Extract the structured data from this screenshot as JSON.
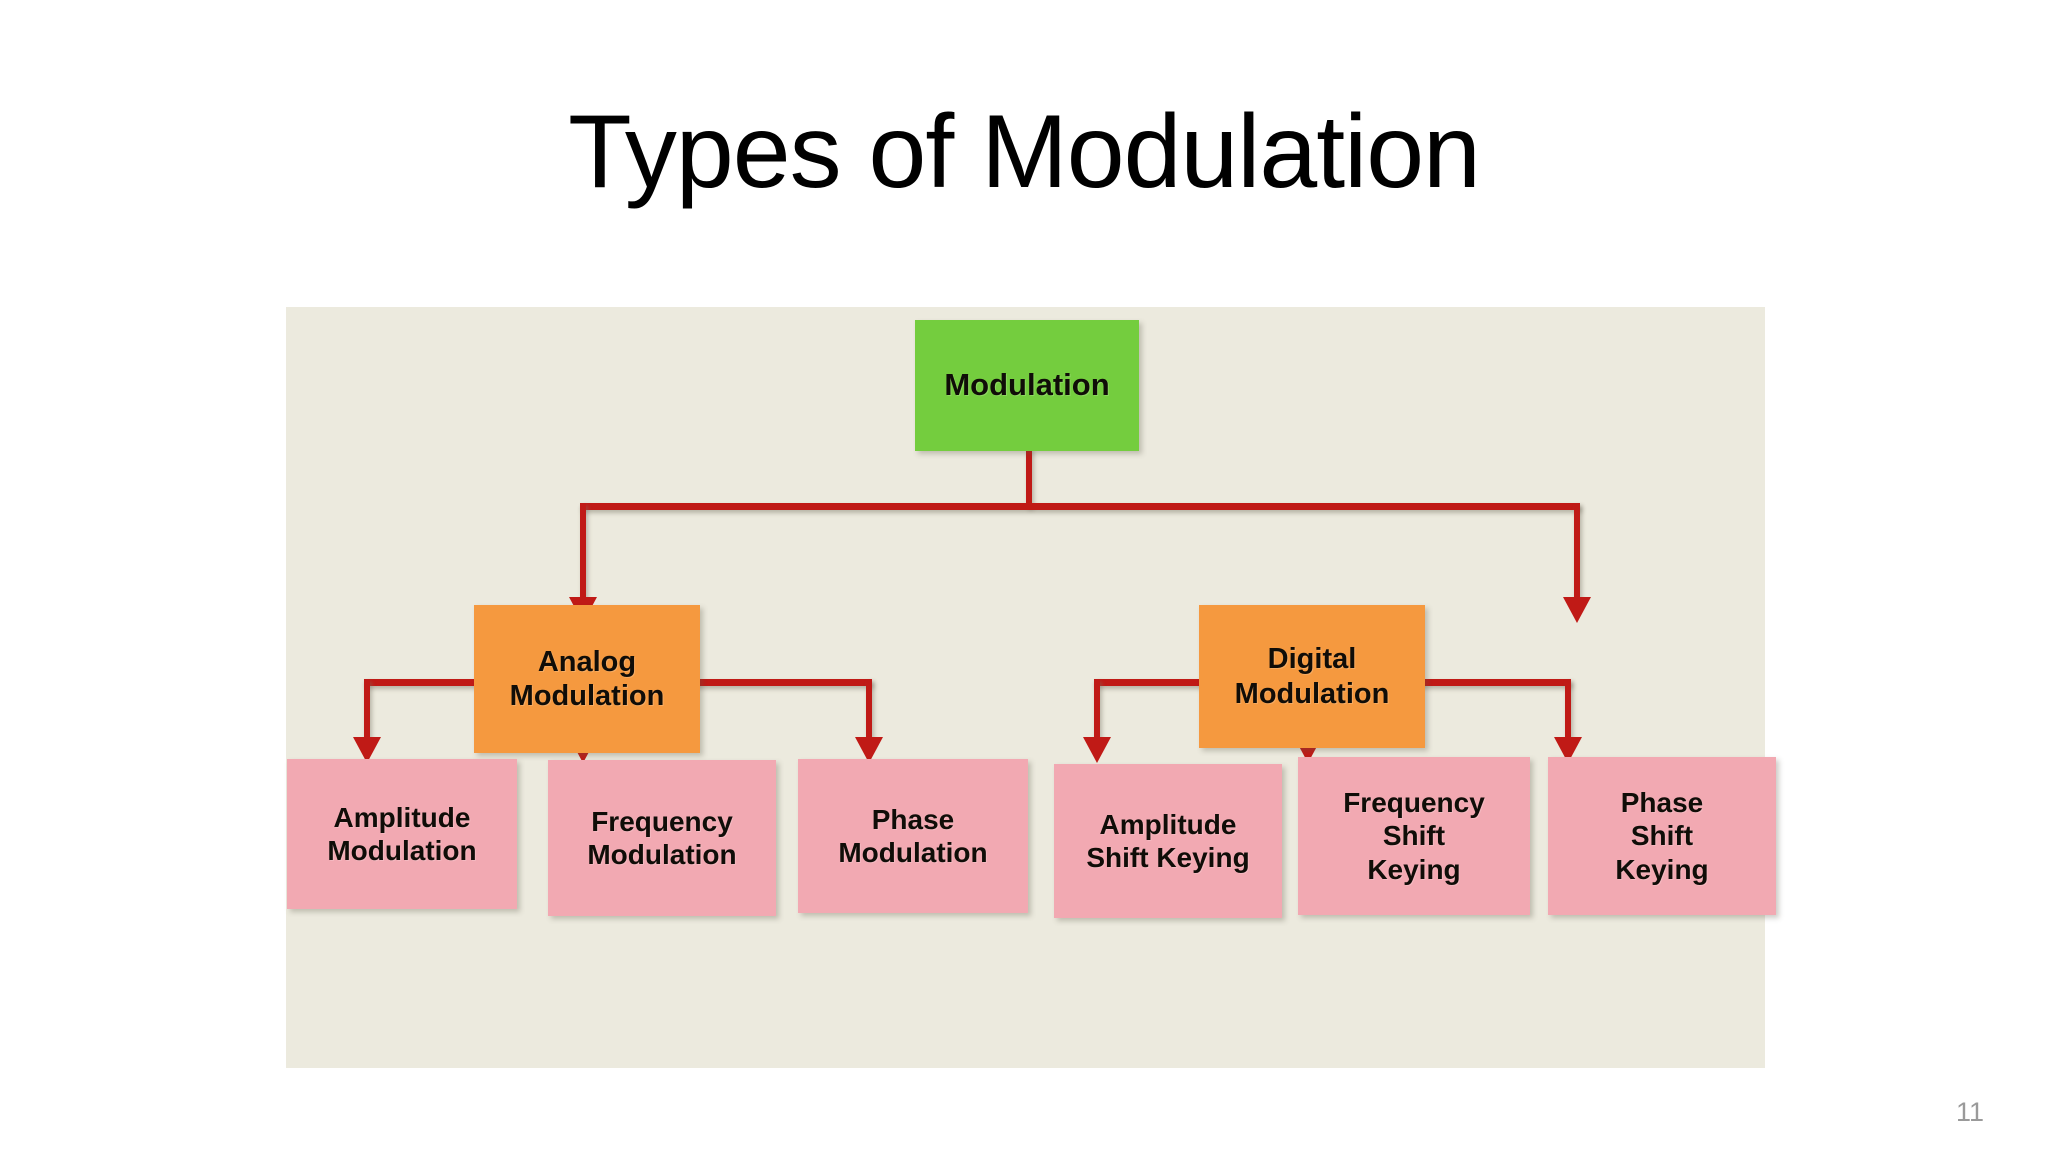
{
  "slide": {
    "title": "Types of Modulation",
    "page_number": "11"
  },
  "colors": {
    "panel_background": "#eceade",
    "root_node": "#74cd3e",
    "mid_node": "#f5993f",
    "leaf_node": "#f2a9b2",
    "connector": "#c01a16",
    "text": "#100d08",
    "page_number": "#9a9a9a",
    "slide_background": "#ffffff"
  },
  "chart_data": {
    "type": "diagram",
    "subtype": "tree-hierarchy",
    "title": "Types of Modulation",
    "orientation": "top-down",
    "levels": 3,
    "nodes": [
      {
        "id": "root",
        "label": "Modulation",
        "level": 0,
        "color": "#74cd3e"
      },
      {
        "id": "analog",
        "label": "Analog\nModulation",
        "level": 1,
        "color": "#f5993f"
      },
      {
        "id": "digital",
        "label": "Digital\nModulation",
        "level": 1,
        "color": "#f5993f"
      },
      {
        "id": "am",
        "label": "Amplitude\nModulation",
        "level": 2,
        "color": "#f2a9b2"
      },
      {
        "id": "fm",
        "label": "Frequency\nModulation",
        "level": 2,
        "color": "#f2a9b2"
      },
      {
        "id": "pm",
        "label": "Phase\nModulation",
        "level": 2,
        "color": "#f2a9b2"
      },
      {
        "id": "ask",
        "label": "Amplitude\nShift Keying",
        "level": 2,
        "color": "#f2a9b2"
      },
      {
        "id": "fsk",
        "label": "Frequency\nShift\nKeying",
        "level": 2,
        "color": "#f2a9b2"
      },
      {
        "id": "psk",
        "label": "Phase\nShift\nKeying",
        "level": 2,
        "color": "#f2a9b2"
      }
    ],
    "edges": [
      {
        "from": "root",
        "to": "analog"
      },
      {
        "from": "root",
        "to": "digital"
      },
      {
        "from": "analog",
        "to": "am"
      },
      {
        "from": "analog",
        "to": "fm"
      },
      {
        "from": "analog",
        "to": "pm"
      },
      {
        "from": "digital",
        "to": "ask"
      },
      {
        "from": "digital",
        "to": "fsk"
      },
      {
        "from": "digital",
        "to": "psk"
      }
    ]
  },
  "diagram": {
    "root": {
      "label": "Modulation"
    },
    "mid": [
      {
        "label": "Analog\nModulation"
      },
      {
        "label": "Digital\nModulation"
      }
    ],
    "leaves": [
      {
        "label": "Amplitude\nModulation"
      },
      {
        "label": "Frequency\nModulation"
      },
      {
        "label": "Phase\nModulation"
      },
      {
        "label": "Amplitude\nShift Keying"
      },
      {
        "label": "Frequency\nShift\nKeying"
      },
      {
        "label": "Phase\nShift\nKeying"
      }
    ]
  }
}
